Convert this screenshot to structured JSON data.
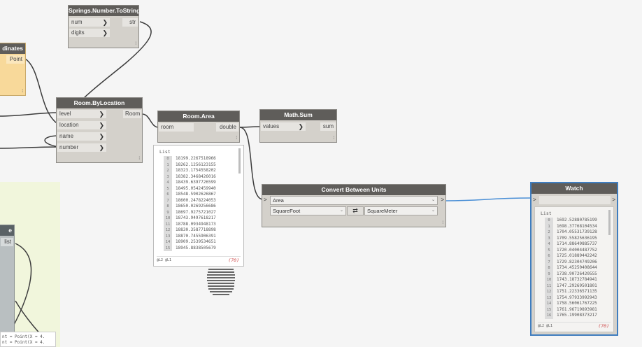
{
  "nodes": {
    "tostring": {
      "title": "Springs.Number.ToString",
      "inputs": [
        "num",
        "digits"
      ],
      "output": "str"
    },
    "coords": {
      "title": "dinates",
      "output": "Point"
    },
    "room_bylocation": {
      "title": "Room.ByLocation",
      "inputs": [
        "level",
        "location",
        "name",
        "number"
      ],
      "output": "Room"
    },
    "room_area": {
      "title": "Room.Area",
      "input": "room",
      "output": "double"
    },
    "math_sum": {
      "title": "Math.Sum",
      "input": "values",
      "output": "sum"
    },
    "convert": {
      "title": "Convert Between Units",
      "quantity": "Area",
      "from_unit": "SquareFoot",
      "to_unit": "SquareMeter",
      "swap": "⇄"
    },
    "watch": {
      "title": "Watch"
    },
    "left_node": {
      "title": "e",
      "port": "list"
    }
  },
  "area_preview": {
    "label": "List",
    "indices": [
      "0",
      "1",
      "2",
      "3",
      "4",
      "5",
      "6",
      "7",
      "8",
      "9",
      "10",
      "11",
      "12",
      "13",
      "14",
      "15"
    ],
    "values": [
      "18199.2267518966",
      "18262.1256123155",
      "18323.1754558202",
      "18382.3468426016",
      "18439.6397726599",
      "18495.0542459940",
      "18548.5902626867",
      "18600.2478224053",
      "18650.0269256686",
      "18697.9275721027",
      "18743.9497618217",
      "18788.0934948173",
      "18830.3587718898",
      "18870.7455906391",
      "18909.2539534651",
      "18945.8838505679"
    ],
    "levels": "@L2 @L1",
    "count": "(70)"
  },
  "watch_preview": {
    "label": "List",
    "indices": [
      "0",
      "1",
      "2",
      "3",
      "4",
      "5",
      "6",
      "7",
      "8",
      "9",
      "10",
      "11",
      "12",
      "13",
      "14",
      "15",
      "16"
    ],
    "values": [
      "1692.52880785199",
      "1698.37768104534",
      "1704.05531739128",
      "1709.55825636195",
      "1714.88649885737",
      "1720.04004487752",
      "1725.01889442242",
      "1729.82304749206",
      "1734.45250408644",
      "1738.90726420555",
      "1743.18732784941",
      "1747.29269501801",
      "1751.22336571135",
      "1754.97933992943",
      "1758.56061767225",
      "1761.96719893981",
      "1765.19908373217"
    ],
    "levels": "@L2 @L1",
    "count": "(70)"
  },
  "code_lines": [
    "nt = Point(X = 4.",
    "nt = Point(X = 4."
  ]
}
